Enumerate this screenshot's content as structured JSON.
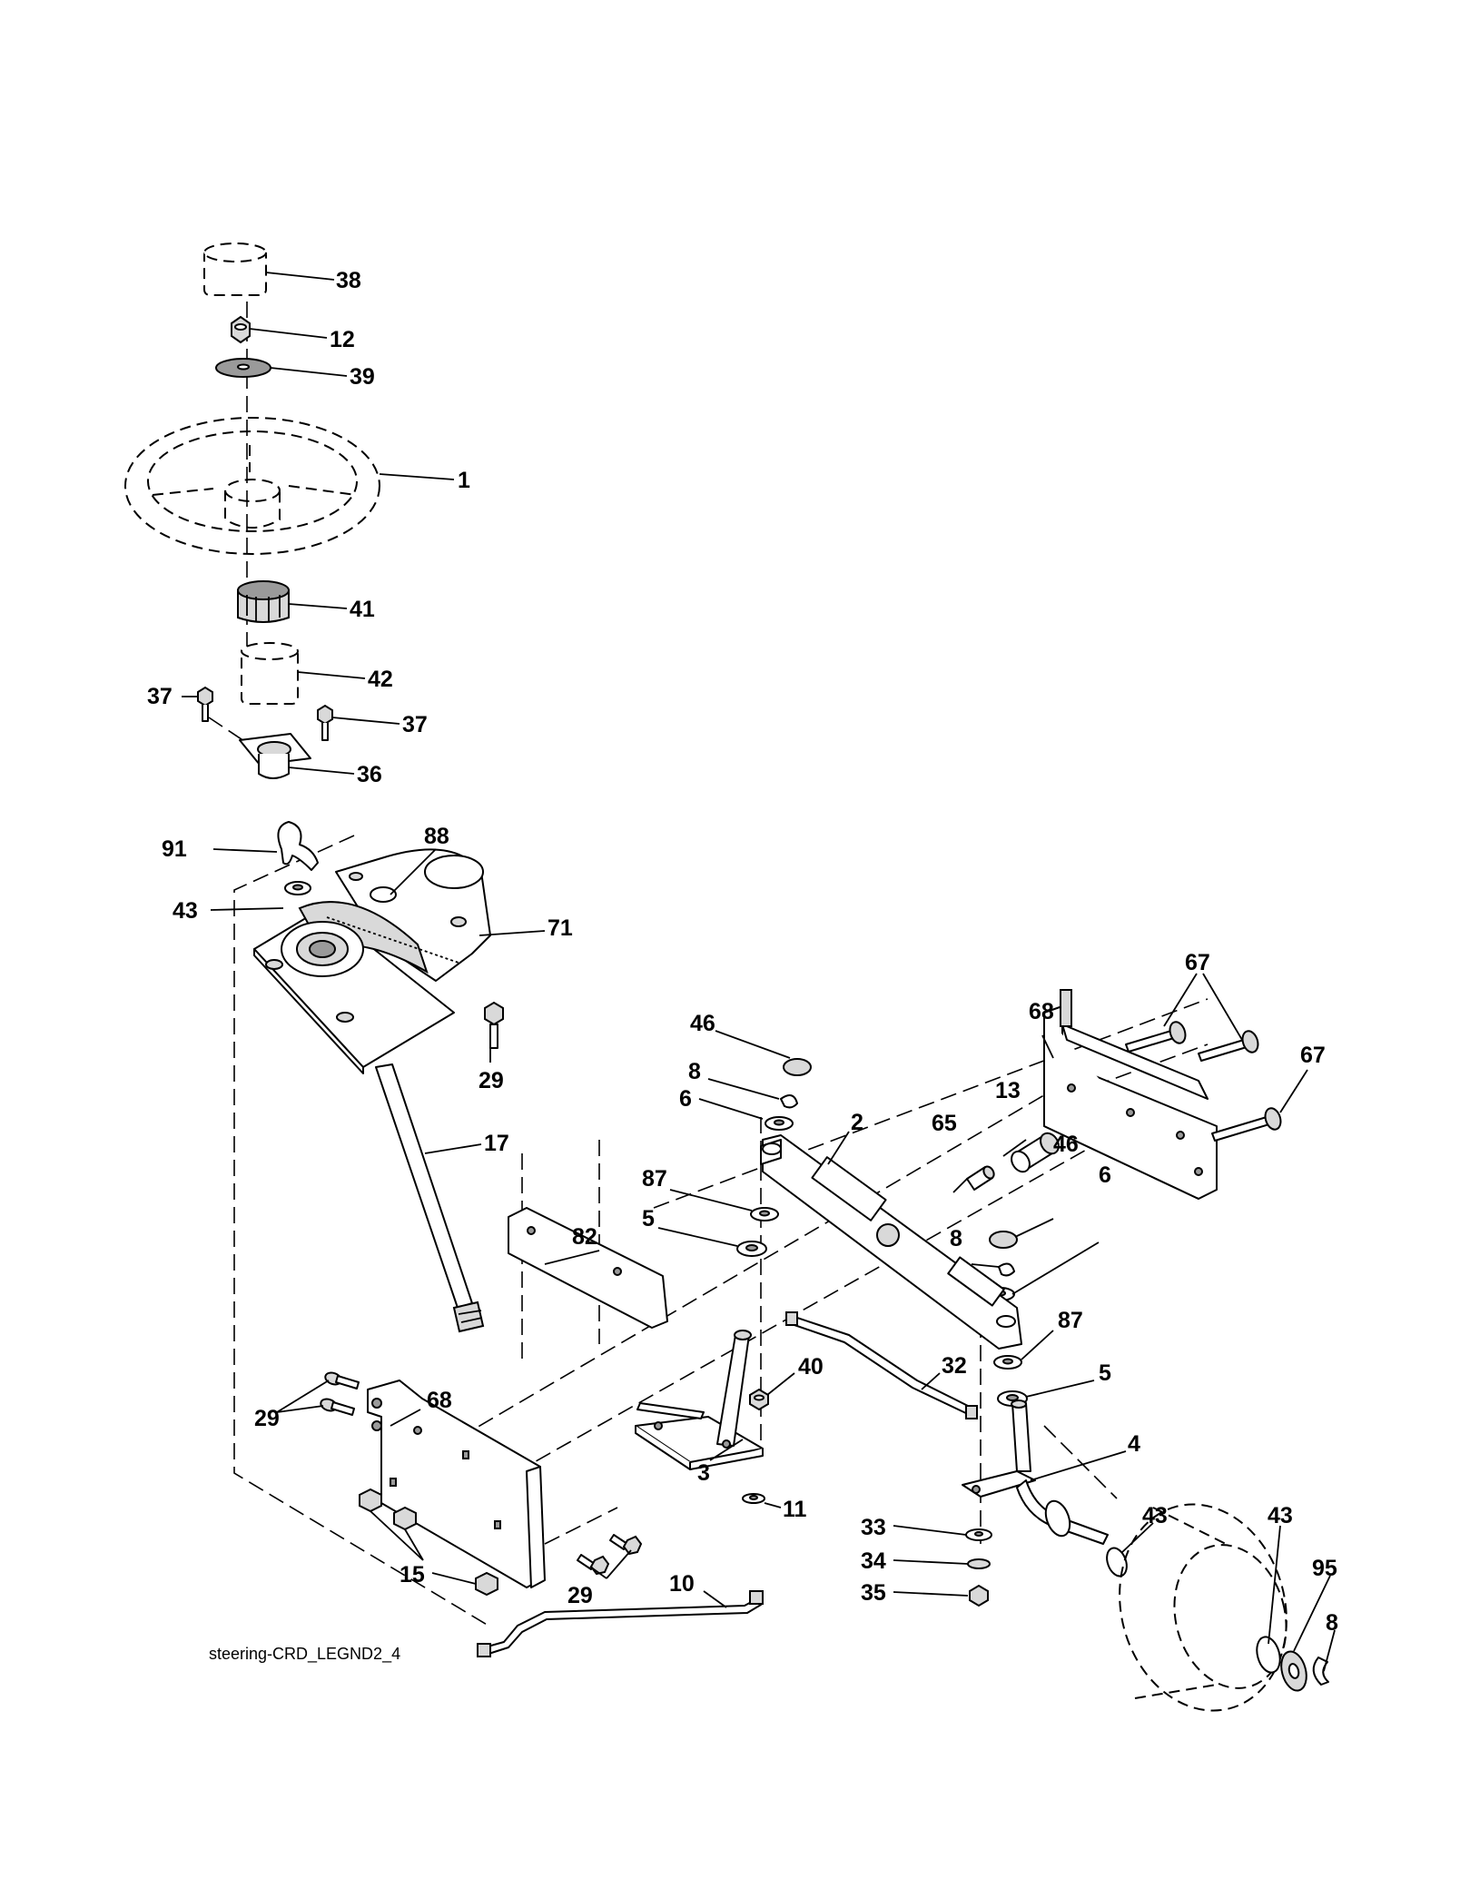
{
  "diagram_id": "steering-CRD_LEGND2_4",
  "callouts": {
    "c38": "38",
    "c12": "12",
    "c39": "39",
    "c1": "1",
    "c41": "41",
    "c42": "42",
    "c37a": "37",
    "c37b": "37",
    "c36": "36",
    "c91": "91",
    "c88": "88",
    "c43a": "43",
    "c71": "71",
    "c29a": "29",
    "c17": "17",
    "c46a": "46",
    "c8a": "8",
    "c6a": "6",
    "c2": "2",
    "c68a": "68",
    "c67a": "67",
    "c67b": "67",
    "c13": "13",
    "c65": "65",
    "c46b": "46",
    "c6b": "6",
    "c8b": "8",
    "c87a": "87",
    "c5a": "5",
    "c82": "82",
    "c87b": "87",
    "c5b": "5",
    "c40": "40",
    "c32": "32",
    "c68b": "68",
    "c29b": "29",
    "c3": "3",
    "c4": "4",
    "c11": "11",
    "c43b": "43",
    "c43c": "43",
    "c33": "33",
    "c34": "34",
    "c35": "35",
    "c15": "15",
    "c29c": "29",
    "c10": "10",
    "c95": "95",
    "c8c": "8"
  }
}
